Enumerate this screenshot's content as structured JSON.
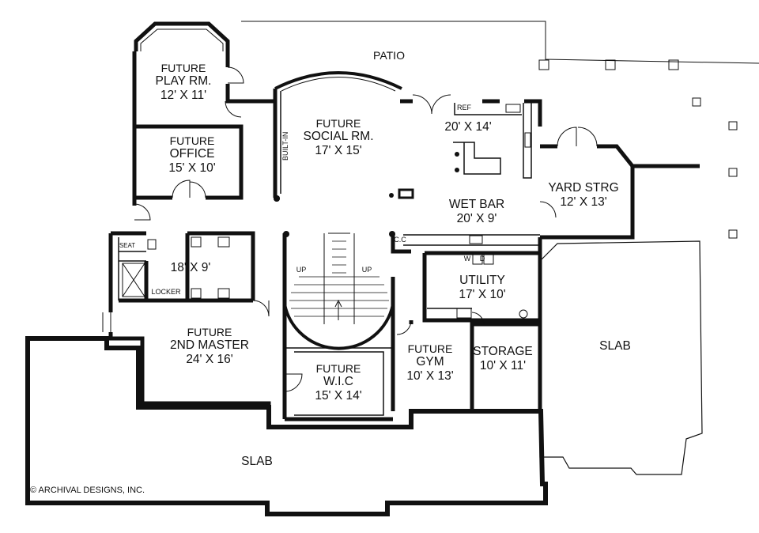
{
  "rooms": {
    "patio": {
      "name": "PATIO"
    },
    "play_room": {
      "prefix": "FUTURE",
      "name": "PLAY RM.",
      "size": "12' X 11'"
    },
    "office": {
      "prefix": "FUTURE",
      "name": "OFFICE",
      "size": "15' X 10'"
    },
    "social_room": {
      "prefix": "FUTURE",
      "name": "SOCIAL RM.",
      "size": "17' X 15'"
    },
    "kitchen": {
      "size": "20' X 14'"
    },
    "wet_bar": {
      "name": "WET BAR",
      "size": "20' X 9'"
    },
    "yard_storage": {
      "name": "YARD STRG",
      "size": "12' X 13'"
    },
    "bath": {
      "size": "18' X 9'"
    },
    "utility": {
      "name": "UTILITY",
      "size": "17' X 10'"
    },
    "master": {
      "prefix": "FUTURE",
      "name": "2ND MASTER",
      "size": "24' X 16'"
    },
    "wic": {
      "prefix": "FUTURE",
      "name": "W.I.C",
      "size": "15' X 14'"
    },
    "gym": {
      "prefix": "FUTURE",
      "name": "GYM",
      "size": "10' X 13'"
    },
    "storage": {
      "name": "STORAGE",
      "size": "10' X 11'"
    },
    "slab_right": {
      "name": "SLAB"
    },
    "slab_bottom": {
      "name": "SLAB"
    }
  },
  "fixtures": {
    "built_in": "BUILT-IN",
    "ref": "REF",
    "cc": "C.C",
    "seat": "SEAT",
    "locker": "LOCKER",
    "washer": "W",
    "dryer": "D",
    "up_left": "UP",
    "up_right": "UP"
  },
  "copyright": "© ARCHIVAL DESIGNS, INC."
}
